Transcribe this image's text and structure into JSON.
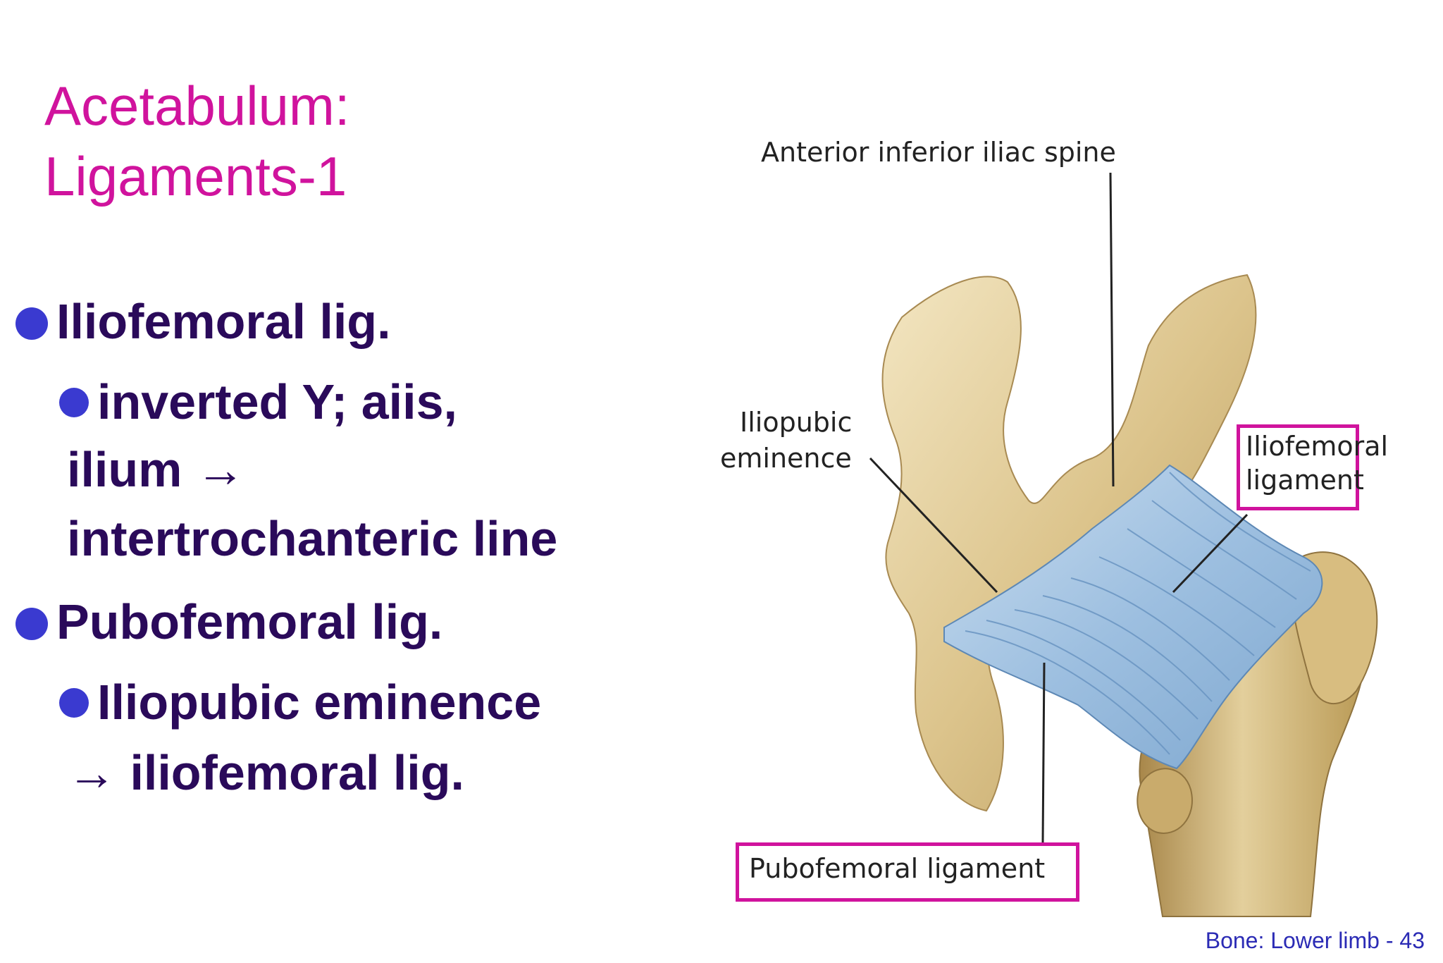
{
  "slide": {
    "title_line1": "Acetabulum:",
    "title_line2": "Ligaments-1",
    "bullets": [
      {
        "text": "Iliofemoral lig.",
        "sub": {
          "line1": "inverted Y; aiis,",
          "line2": "ilium →",
          "line3": "intertrochanteric line"
        }
      },
      {
        "text": "Pubofemoral lig.",
        "sub": {
          "line1": "Iliopubic eminence",
          "line2": "→ iliofemoral lig."
        }
      }
    ],
    "footer": "Bone: Lower limb - 43"
  },
  "figure": {
    "labels": {
      "aiis": "Anterior inferior iliac spine",
      "iliopubic_line1": "Iliopubic",
      "iliopubic_line2": "eminence",
      "iliofemoral_line1": "Iliofemoral",
      "iliofemoral_line2": "ligament",
      "pubofemoral": "Pubofemoral ligament"
    }
  },
  "colors": {
    "title": "#d0139d",
    "body_text": "#2a0a5a",
    "bullet": "#3a3ad0",
    "highlight_box": "#d0139d",
    "footer": "#2b2bb5",
    "bone": "#d9c28a",
    "ligament": "#a9c8e6"
  }
}
